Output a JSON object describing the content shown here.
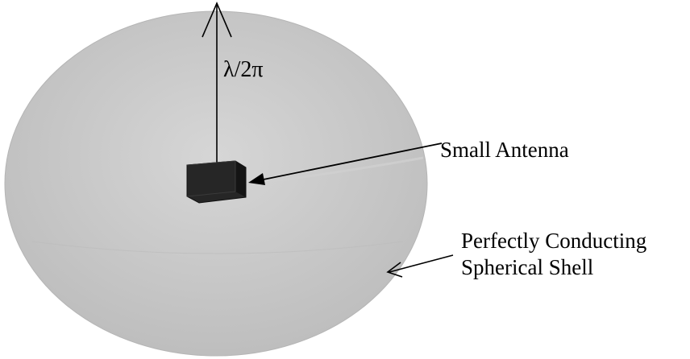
{
  "diagram": {
    "radius_label": "λ/2π",
    "antenna_label": "Small Antenna",
    "shell_label_line1": "Perfectly Conducting",
    "shell_label_line2": "Spherical Shell",
    "colors": {
      "shell_fill": "#c6c6c6",
      "shell_highlight": "#d8d8d8",
      "antenna_fill": "#1e1e1e",
      "line": "#000000"
    },
    "icons": {
      "antenna": "cube-icon",
      "shell": "sphere-shape"
    }
  }
}
